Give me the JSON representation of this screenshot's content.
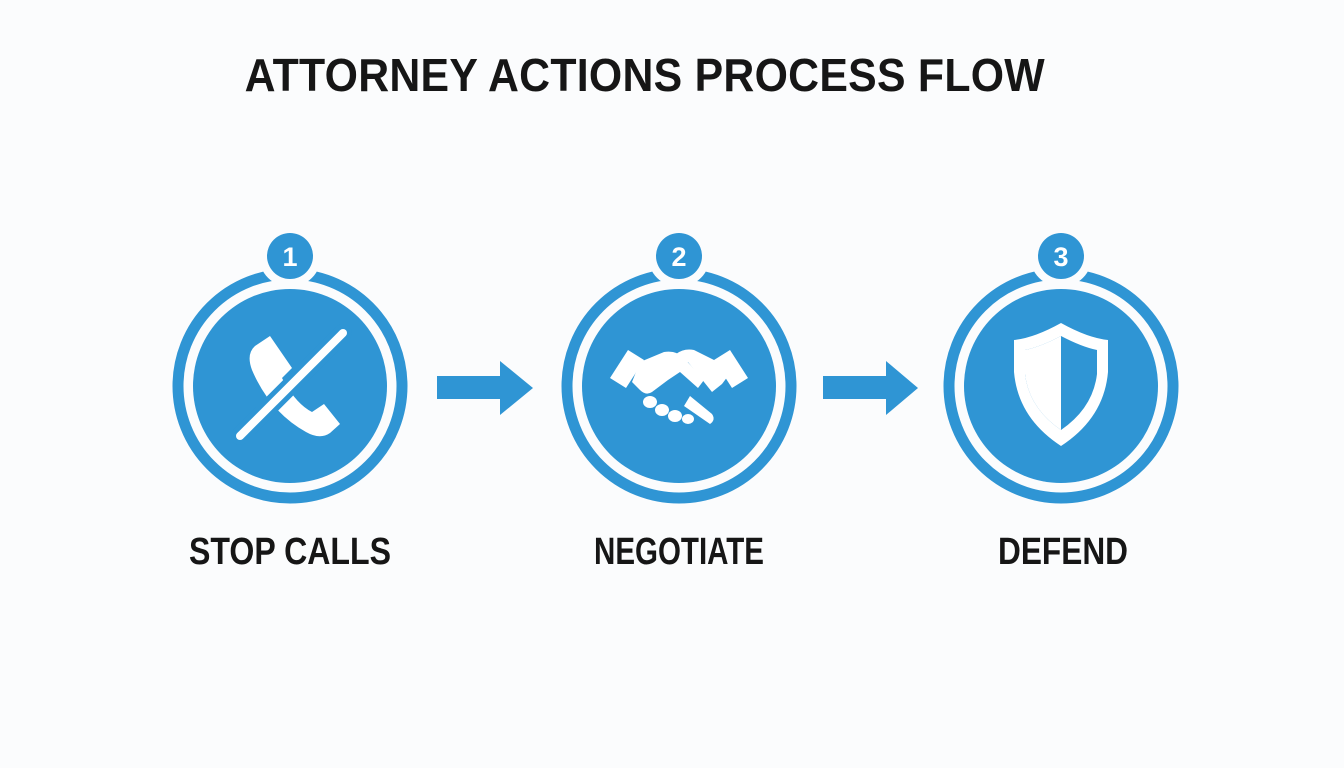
{
  "title": "ATTORNEY ACTIONS PROCESS FLOW",
  "colors": {
    "accent": "#2f95d4",
    "text": "#161616",
    "background": "#fbfcfd"
  },
  "steps": [
    {
      "number": "1",
      "label": "STOP CALLS",
      "icon": "no-phone-icon"
    },
    {
      "number": "2",
      "label": "NEGOTIATE",
      "icon": "handshake-icon"
    },
    {
      "number": "3",
      "label": "DEFEND",
      "icon": "shield-icon"
    }
  ]
}
